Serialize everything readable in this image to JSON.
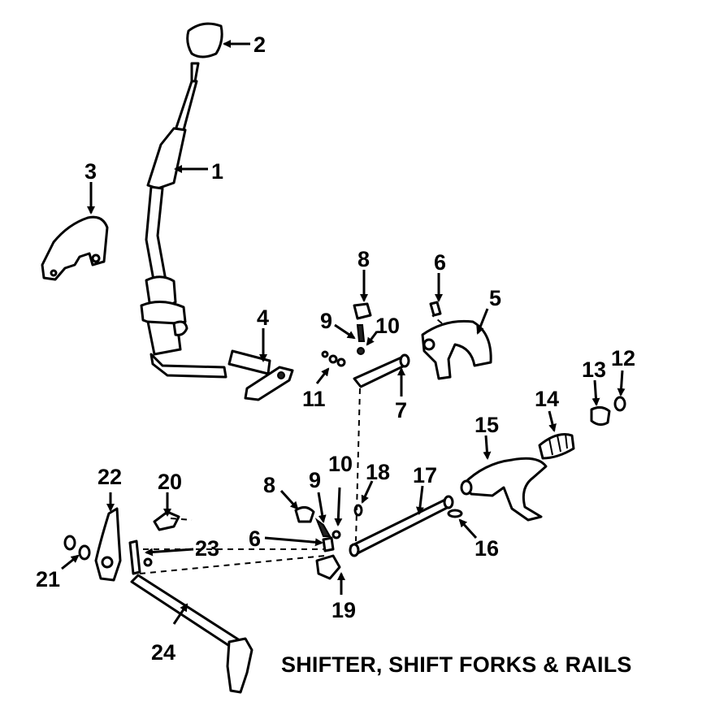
{
  "caption": "SHIFTER, SHIFT FORKS & RAILS",
  "callouts": [
    "1",
    "2",
    "3",
    "4",
    "5",
    "6",
    "7",
    "8",
    "9",
    "10",
    "11",
    "12",
    "13",
    "14",
    "15",
    "16",
    "17",
    "18",
    "19",
    "20",
    "21",
    "22",
    "23",
    "24",
    "8",
    "9",
    "10",
    "6"
  ]
}
